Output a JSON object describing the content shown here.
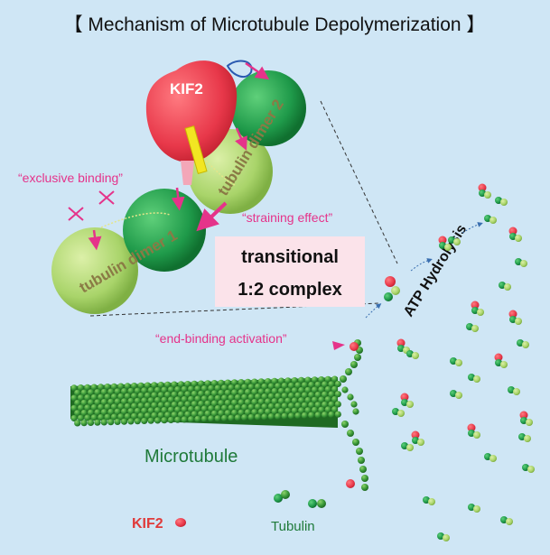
{
  "title": "【 Mechanism of Microtubule Depolymerization 】",
  "kif2_label": "KIF2",
  "dimer2_label": "tubulin dimer 2",
  "dimer1_label": "tubulin dimer 1",
  "exclusive_binding": "“exclusive binding”",
  "straining_effect": "“straining effect”",
  "complex_line1": "transitional",
  "complex_line2": "1:2 complex",
  "atp_hydrolysis": "ATP Hydrolysis",
  "end_binding": "“end-binding activation”",
  "microtubule_label": "Microtubule",
  "legend_kif2": "KIF2",
  "legend_tubulin": "Tubulin",
  "colors": {
    "background": "#cfe6f5",
    "kif2_red": "#e8384a",
    "tubulin_dark": "#1f9a4a",
    "tubulin_light": "#a9d46a",
    "accent_pink": "#e5338a",
    "complex_box": "#fbe3ea"
  }
}
